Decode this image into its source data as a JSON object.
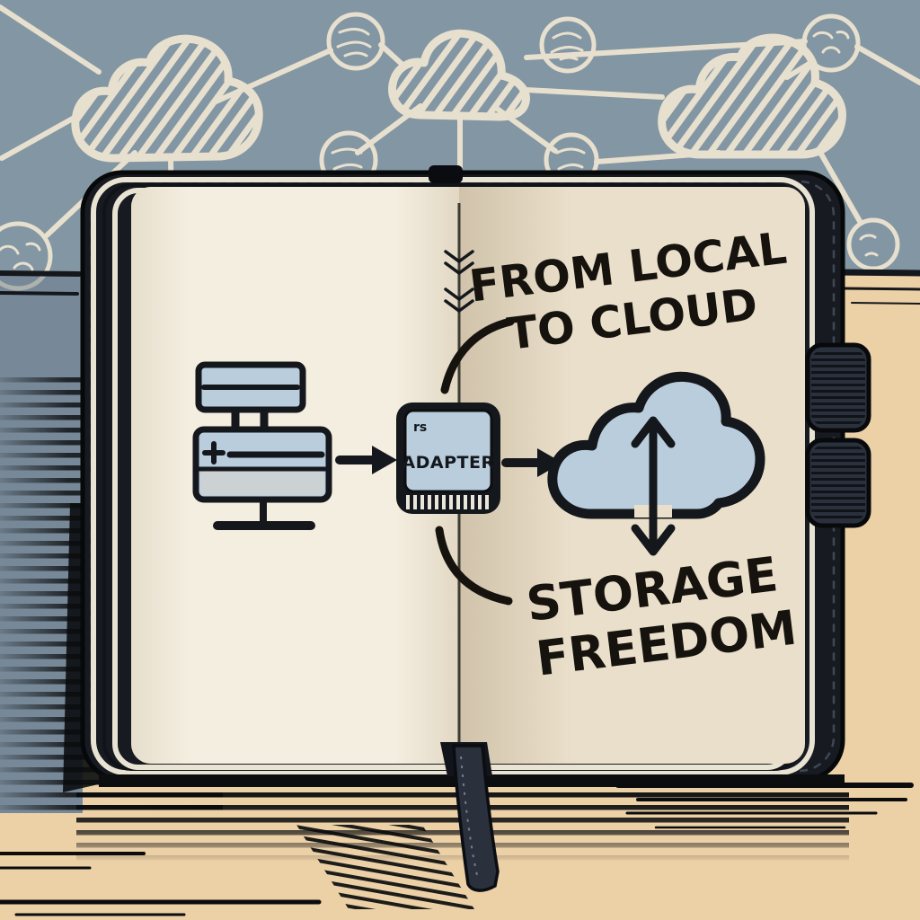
{
  "illustration": {
    "heading": {
      "line1": "FROM LOCAL",
      "line2": "TO CLOUD"
    },
    "caption": {
      "line1": "STORAGE",
      "line2": "FREEDOM"
    },
    "adapter": {
      "corner_mark": "rs",
      "label": "ADAPTER"
    },
    "flow": {
      "source": "local-storage-server",
      "connector": "adapter",
      "target": "cloud-storage"
    },
    "colors": {
      "wall": "#8396a4",
      "desk": "#ecd0a6",
      "page_left": "#f4eee0",
      "page_right": "#eadfca",
      "cover": "#171b21",
      "ink": "#14171c",
      "icon_fill": "#b9cddd",
      "sketch_cream": "#e8e0ce"
    }
  }
}
